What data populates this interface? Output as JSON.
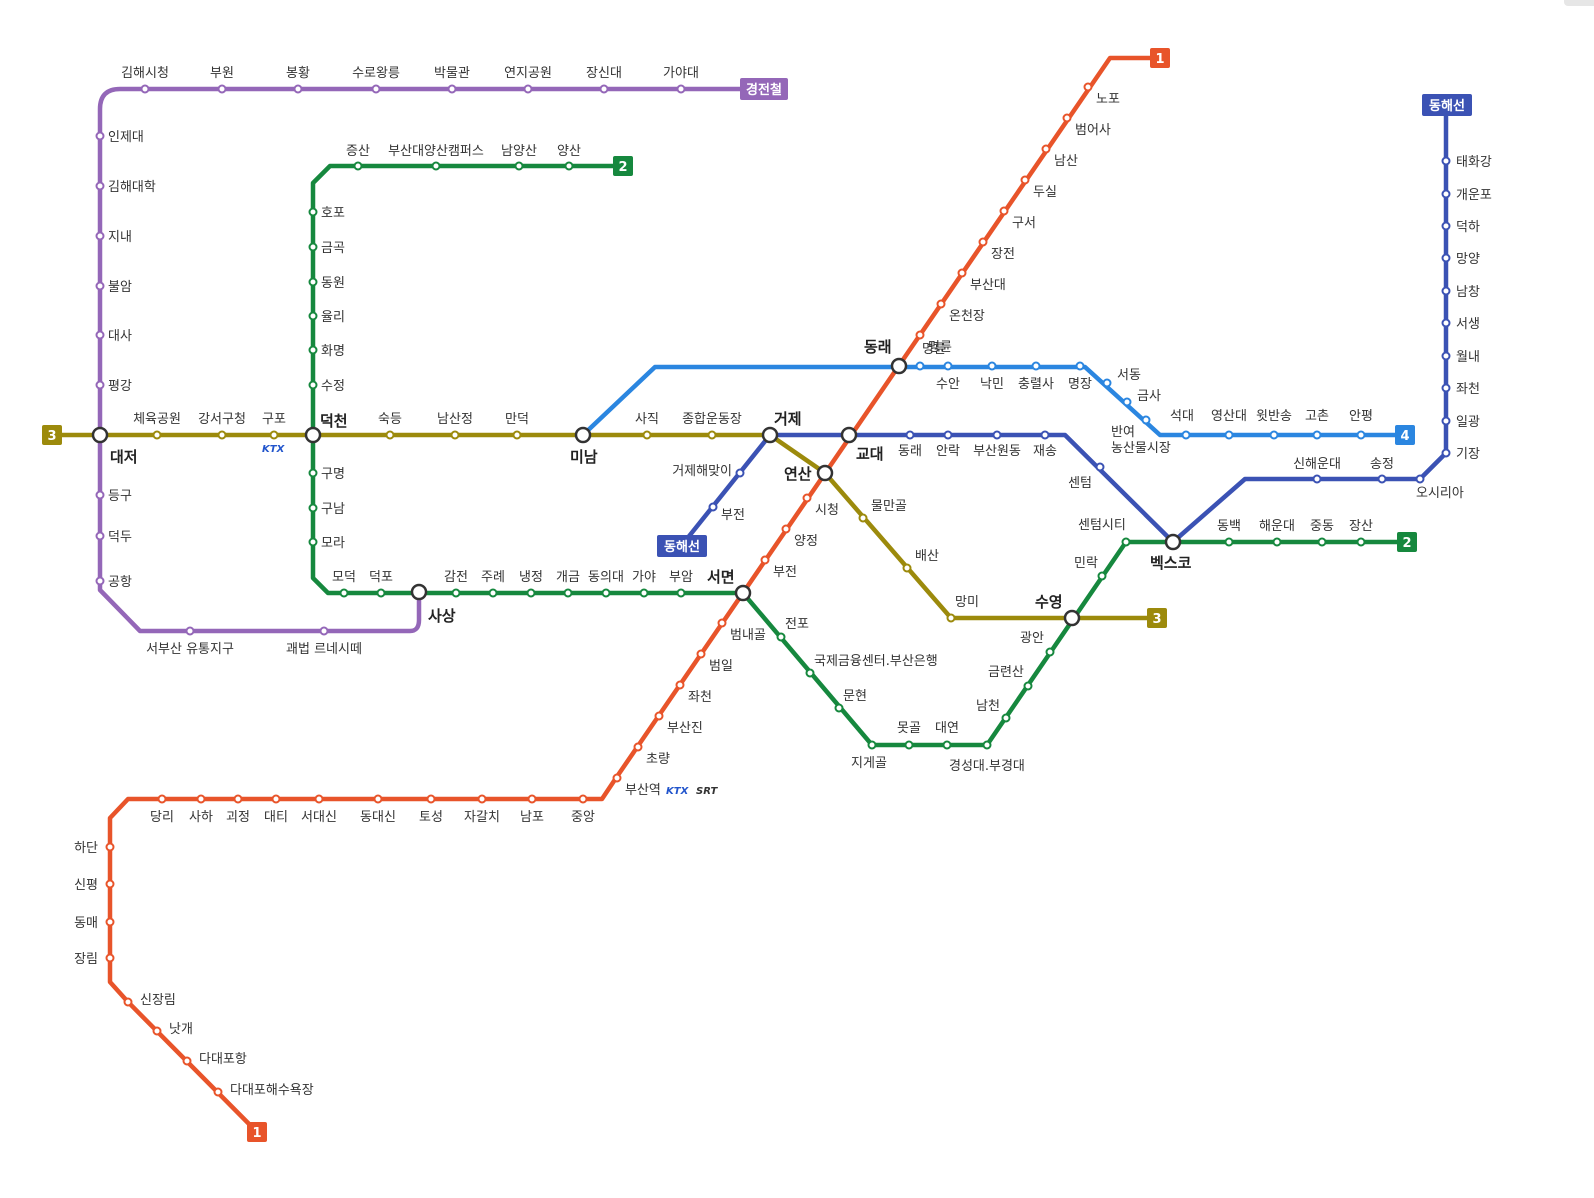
{
  "colors": {
    "line1": "#e8542a",
    "line2": "#16883e",
    "line3": "#9c8a0c",
    "line4": "#2b86e0",
    "donghae": "#3b52b4",
    "gyeongjeon": "#9467b8"
  },
  "badges": {
    "l1": "1",
    "l2": "2",
    "l3": "3",
    "l4": "4",
    "donghae": "동해선",
    "gyeongjeon": "경전철",
    "ktx": "KTX",
    "srt": "SRT"
  },
  "line1": {
    "stations": [
      "노포",
      "범어사",
      "남산",
      "두실",
      "구서",
      "장전",
      "부산대",
      "온천장",
      "명륜",
      "시청",
      "양정",
      "부전",
      "범내골",
      "범일",
      "좌천",
      "부산진",
      "초량",
      "부산역",
      "중앙",
      "남포",
      "자갈치",
      "토성",
      "동대신",
      "서대신",
      "대티",
      "괴정",
      "사하",
      "당리",
      "하단",
      "신평",
      "동매",
      "장림",
      "신장림",
      "낫개",
      "다대포항",
      "다대포해수욕장"
    ]
  },
  "line2": {
    "stations": [
      "증산",
      "부산대양산캠퍼스",
      "남양산",
      "양산",
      "호포",
      "금곡",
      "동원",
      "율리",
      "화명",
      "수정",
      "구명",
      "구남",
      "모라",
      "모덕",
      "덕포",
      "감전",
      "주례",
      "냉정",
      "개금",
      "동의대",
      "가야",
      "부암",
      "전포",
      "국제금융센터.부산은행",
      "문현",
      "지게골",
      "못골",
      "대연",
      "경성대.부경대",
      "남천",
      "금련산",
      "광안",
      "민락",
      "센텀시티",
      "동백",
      "해운대",
      "중동",
      "장산"
    ]
  },
  "line3": {
    "stations": [
      "체육공원",
      "강서구청",
      "구포",
      "숙등",
      "남산정",
      "만덕",
      "사직",
      "종합운동장",
      "물만골",
      "배산",
      "망미"
    ]
  },
  "line4": {
    "stations": [
      "명륜",
      "수안",
      "낙민",
      "충렬사",
      "명장",
      "서동",
      "금사",
      "반여\n농산물시장",
      "석대",
      "영산대",
      "윗반송",
      "고촌",
      "안평"
    ]
  },
  "donghae": {
    "stations": [
      "부전",
      "거제해맞이",
      "동래",
      "안락",
      "부산원동",
      "재송",
      "센텀",
      "신해운대",
      "송정",
      "오시리아",
      "기장",
      "일광",
      "좌천",
      "월내",
      "서생",
      "남창",
      "망양",
      "덕하",
      "개운포",
      "태화강"
    ]
  },
  "gyeongjeon": {
    "stations": [
      "김해시청",
      "부원",
      "봉황",
      "수로왕릉",
      "박물관",
      "연지공원",
      "장신대",
      "가야대",
      "인제대",
      "김해대학",
      "지내",
      "불암",
      "대사",
      "평강",
      "등구",
      "덕두",
      "공항",
      "서부산 유통지구",
      "괘법 르네시떼"
    ]
  },
  "transfers": {
    "daejeo": "대저",
    "deokcheon": "덕천",
    "minam": "미남",
    "geoje": "거제",
    "dongnae": "동래",
    "gyodae": "교대",
    "yeonsan": "연산",
    "seomyeon": "서면",
    "sasang": "사상",
    "suyeong": "수영",
    "bexco": "벡스코"
  }
}
